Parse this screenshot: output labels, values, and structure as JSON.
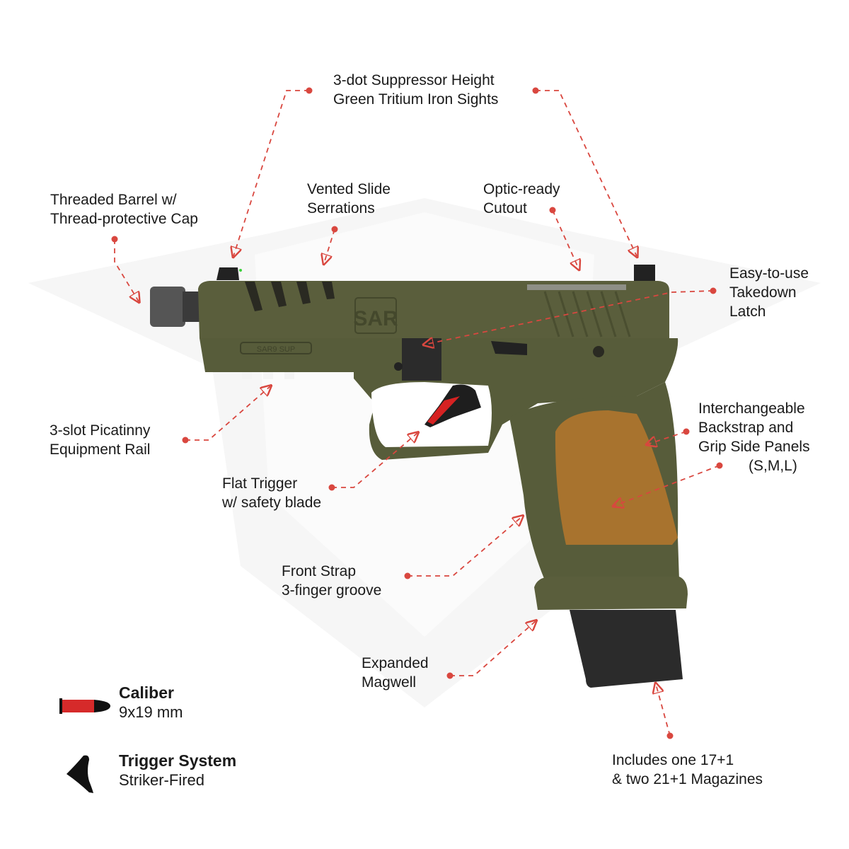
{
  "colors": {
    "leader": "#d9473f",
    "slide": "#5a5e3c",
    "frame": "#575c3a",
    "grip_panel": "#a8732e",
    "metal": "#2b2b2b",
    "watermark": "#f3f3f3"
  },
  "callouts": {
    "sights": [
      "3-dot Suppressor Height",
      "Green Tritium Iron Sights"
    ],
    "barrel": [
      "Threaded Barrel w/",
      "Thread-protective Cap"
    ],
    "serrations": [
      "Vented Slide",
      "Serrations"
    ],
    "optic": [
      "Optic-ready",
      "Cutout"
    ],
    "takedown": [
      "Easy-to-use",
      "Takedown",
      "Latch"
    ],
    "backstrap": [
      "Interchangeable",
      "Backstrap and",
      "Grip Side Panels",
      "(S,M,L)"
    ],
    "rail": [
      "3-slot Picatinny",
      "Equipment Rail"
    ],
    "trigger": [
      "Flat Trigger",
      "w/ safety blade"
    ],
    "front_strap": [
      "Front Strap",
      "3-finger groove"
    ],
    "magwell": [
      "Expanded",
      "Magwell"
    ],
    "magazines": [
      "Includes one 17+1",
      "& two 21+1 Magazines"
    ]
  },
  "specs": [
    {
      "title": "Caliber",
      "value": "9x19 mm",
      "icon": "bullet-icon"
    },
    {
      "title": "Trigger System",
      "value": "Striker-Fired",
      "icon": "trigger-icon"
    }
  ],
  "engravings": {
    "slide_logo": "SAR",
    "frame_marking": "SAR9 SUP"
  }
}
